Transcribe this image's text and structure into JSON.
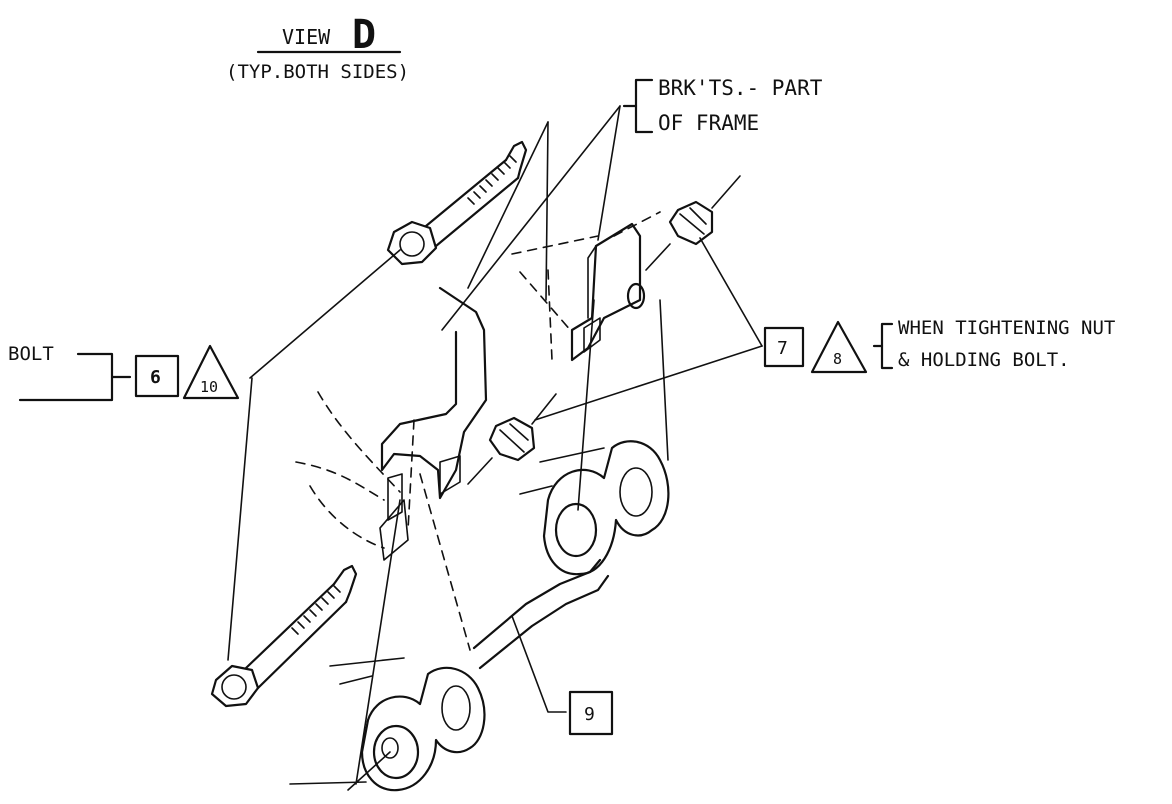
{
  "view": {
    "title_word": "VIEW",
    "title_letter": "D",
    "subtitle": "(TYP.BOTH SIDES)"
  },
  "callouts": {
    "brackets": {
      "line1": "BRK'TS.- PART",
      "line2": "OF FRAME"
    },
    "bolt": {
      "label": "BOLT",
      "box": "6",
      "torque": "10"
    },
    "nut": {
      "box": "7",
      "torque": "8",
      "note_line1": "WHEN TIGHTENING NUT",
      "note_line2": "& HOLDING BOLT."
    },
    "bar": {
      "box": "9"
    }
  },
  "colors": {
    "ink": "#111111",
    "paper": "#ffffff"
  }
}
